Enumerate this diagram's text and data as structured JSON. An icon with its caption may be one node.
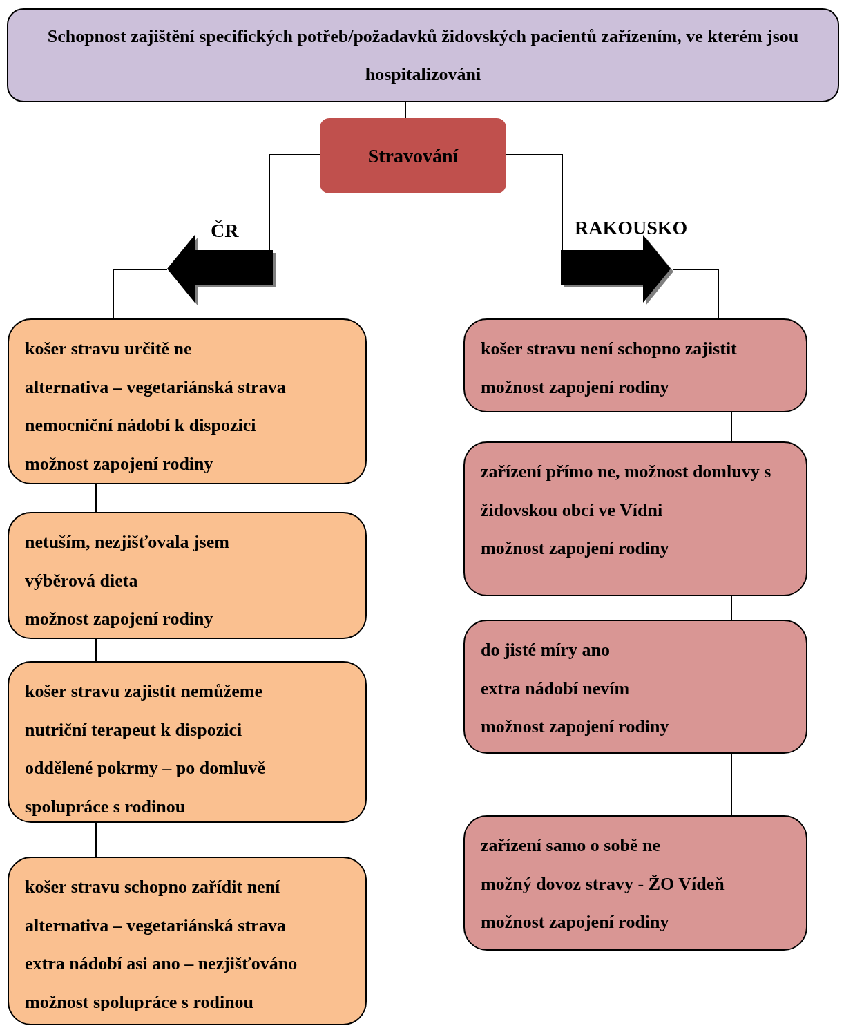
{
  "diagram": {
    "nodes": [
      {
        "text": [
          "Schopnost zajištění specifických potřeb/požadavků židovských pacientů zařízením, ve kterém jsou hospitalizováni"
        ]
      },
      {
        "text": [
          "Stravování"
        ]
      },
      {
        "text": [],
        "shape": "arrow",
        "beside": [
          "ČR"
        ]
      },
      {
        "text": [],
        "shape": "arrow",
        "beside": [
          "RAKOUSKO"
        ]
      },
      {
        "text": [
          "košer stravu určitě ne",
          "alternativa – vegetariánská strava",
          "nemocniční nádobí k dispozici",
          "možnost zapojení rodiny"
        ]
      },
      {
        "text": [
          "netuším, nezjišťovala jsem",
          "výběrová dieta",
          "možnost zapojení rodiny"
        ]
      },
      {
        "text": [
          "košer stravu zajistit nemůžeme",
          "nutriční terapeut k dispozici",
          "oddělené pokrmy – po domluvě",
          "spolupráce s rodinou"
        ]
      },
      {
        "text": [
          "košer stravu schopno zařídit není",
          "alternativa – vegetariánská strava",
          "extra nádobí asi ano – nezjišťováno",
          "možnost spolupráce s rodinou"
        ]
      },
      {
        "text": [
          "košer stravu není schopno zajistit",
          "možnost zapojení rodiny"
        ]
      },
      {
        "text": [
          "zařízení přímo ne, možnost domluvy s židovskou obcí ve Vídni",
          "možnost zapojení rodiny"
        ]
      },
      {
        "text": [
          "do jisté míry ano",
          "extra nádobí nevím",
          "možnost zapojení rodiny"
        ]
      },
      {
        "text": [
          "zařízení samo o sobě ne",
          "možný dovoz stravy - ŽO Vídeň",
          "možnost zapojení rodiny"
        ]
      }
    ],
    "edges": [
      {
        "from": 0,
        "to": 1,
        "arrow": "none"
      },
      {
        "from": 1,
        "to": 2,
        "arrow": "none"
      },
      {
        "from": 1,
        "to": 3,
        "arrow": "none"
      },
      {
        "from": 2,
        "to": 4,
        "arrow": "none"
      },
      {
        "from": 3,
        "to": 8,
        "arrow": "none"
      },
      {
        "from": 4,
        "to": 5,
        "arrow": "none"
      },
      {
        "from": 5,
        "to": 6,
        "arrow": "none"
      },
      {
        "from": 6,
        "to": 7,
        "arrow": "none"
      },
      {
        "from": 8,
        "to": 9,
        "arrow": "none"
      },
      {
        "from": 9,
        "to": 10,
        "arrow": "none"
      },
      {
        "from": 10,
        "to": 11,
        "arrow": "none"
      }
    ]
  }
}
